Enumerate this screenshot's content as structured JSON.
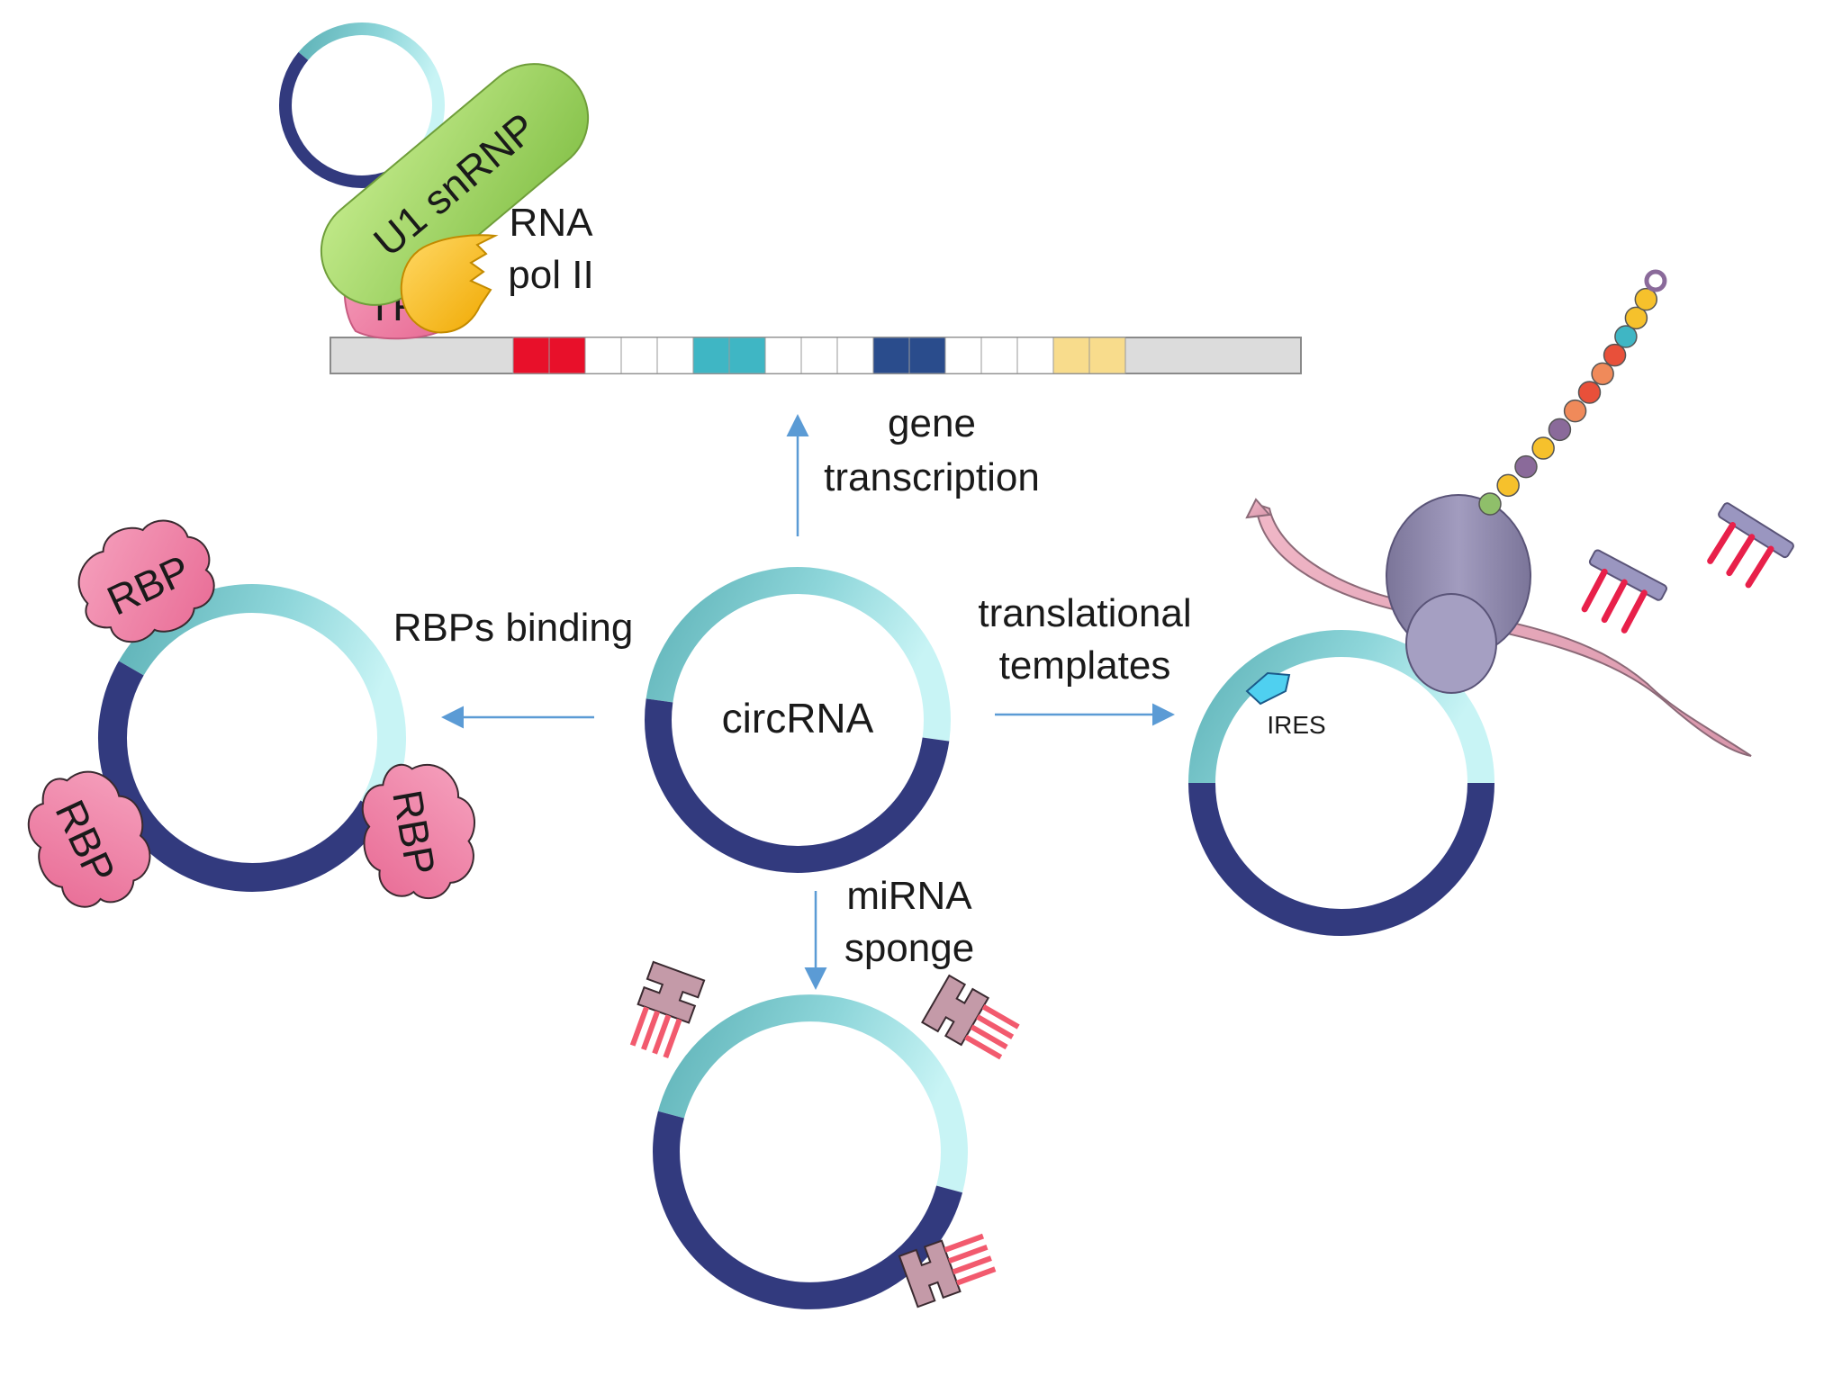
{
  "center": {
    "label": "circRNA"
  },
  "arrows": {
    "gene_transcription": [
      "gene",
      "transcription"
    ],
    "rbps_binding": "RBPs binding",
    "translational_templates": [
      "translational",
      "templates"
    ],
    "mirna_sponge": [
      "miRNA",
      "sponge"
    ]
  },
  "transcription": {
    "u1_label": "U1 snRNP",
    "tf_label": "TF",
    "pol_label": [
      "RNA",
      "pol II"
    ]
  },
  "rbp": {
    "label": "RBP"
  },
  "translation": {
    "ires_label": "IRES"
  },
  "colors": {
    "circ_light": "#bff0f2",
    "circ_mid": "#5fb3b8",
    "circ_dark": "#323a7e",
    "arrow": "#5b9bd5",
    "rbp_pink": "#f07fa4",
    "u1_green": "#a8d96a",
    "tf_pink": "#f07fa4",
    "pol_yellow": "#f6c12c",
    "ribosome": "#8a84a8",
    "mirna_red": "#e8204a",
    "mirna_body": "#c49aa8"
  }
}
